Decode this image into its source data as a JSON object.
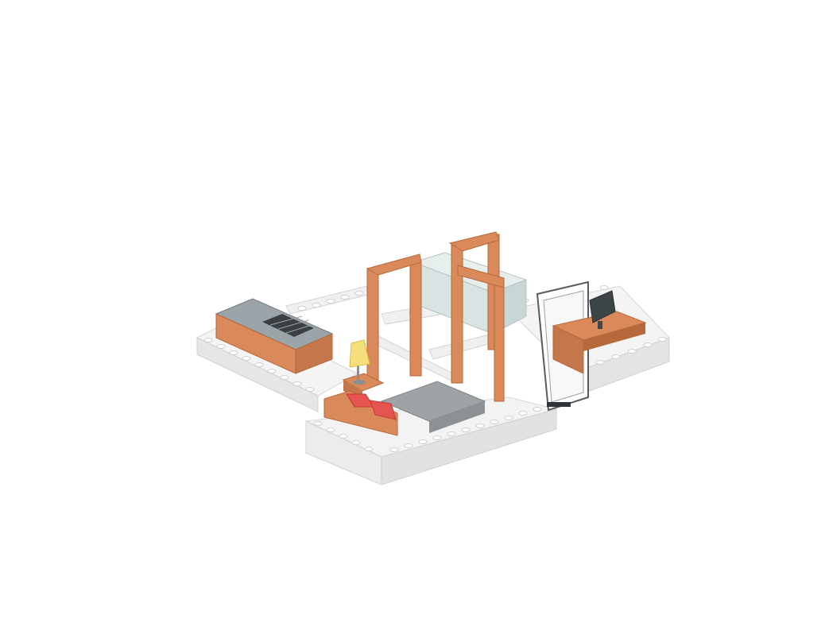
{
  "scene": {
    "subject": "isometric-lego-style-room-layout",
    "colors": {
      "background": "#ffffff",
      "brick_white": "#f2f2f2",
      "brick_shadow": "#d9d9d9",
      "stud": "#fbfbfb",
      "wood": "#d9895a",
      "wood_dark": "#b8693b",
      "counter_top": "#8e9aa0",
      "counter_side": "#6f7a80",
      "stove_grid": "#3a3f43",
      "bed_top": "#9ea3a6",
      "bed_red": "#e5544e",
      "lamp_shade": "#f6df7a",
      "bathtub": "#dde8e8",
      "monitor": "#3e4547",
      "mirror_frame": "#ffffff"
    },
    "objects": [
      "kitchen-counter",
      "stove-icon",
      "lamp-icon",
      "bed",
      "door-frame-left",
      "door-frame-right",
      "bathtub",
      "mirror-frame",
      "desk",
      "monitor-icon"
    ]
  }
}
